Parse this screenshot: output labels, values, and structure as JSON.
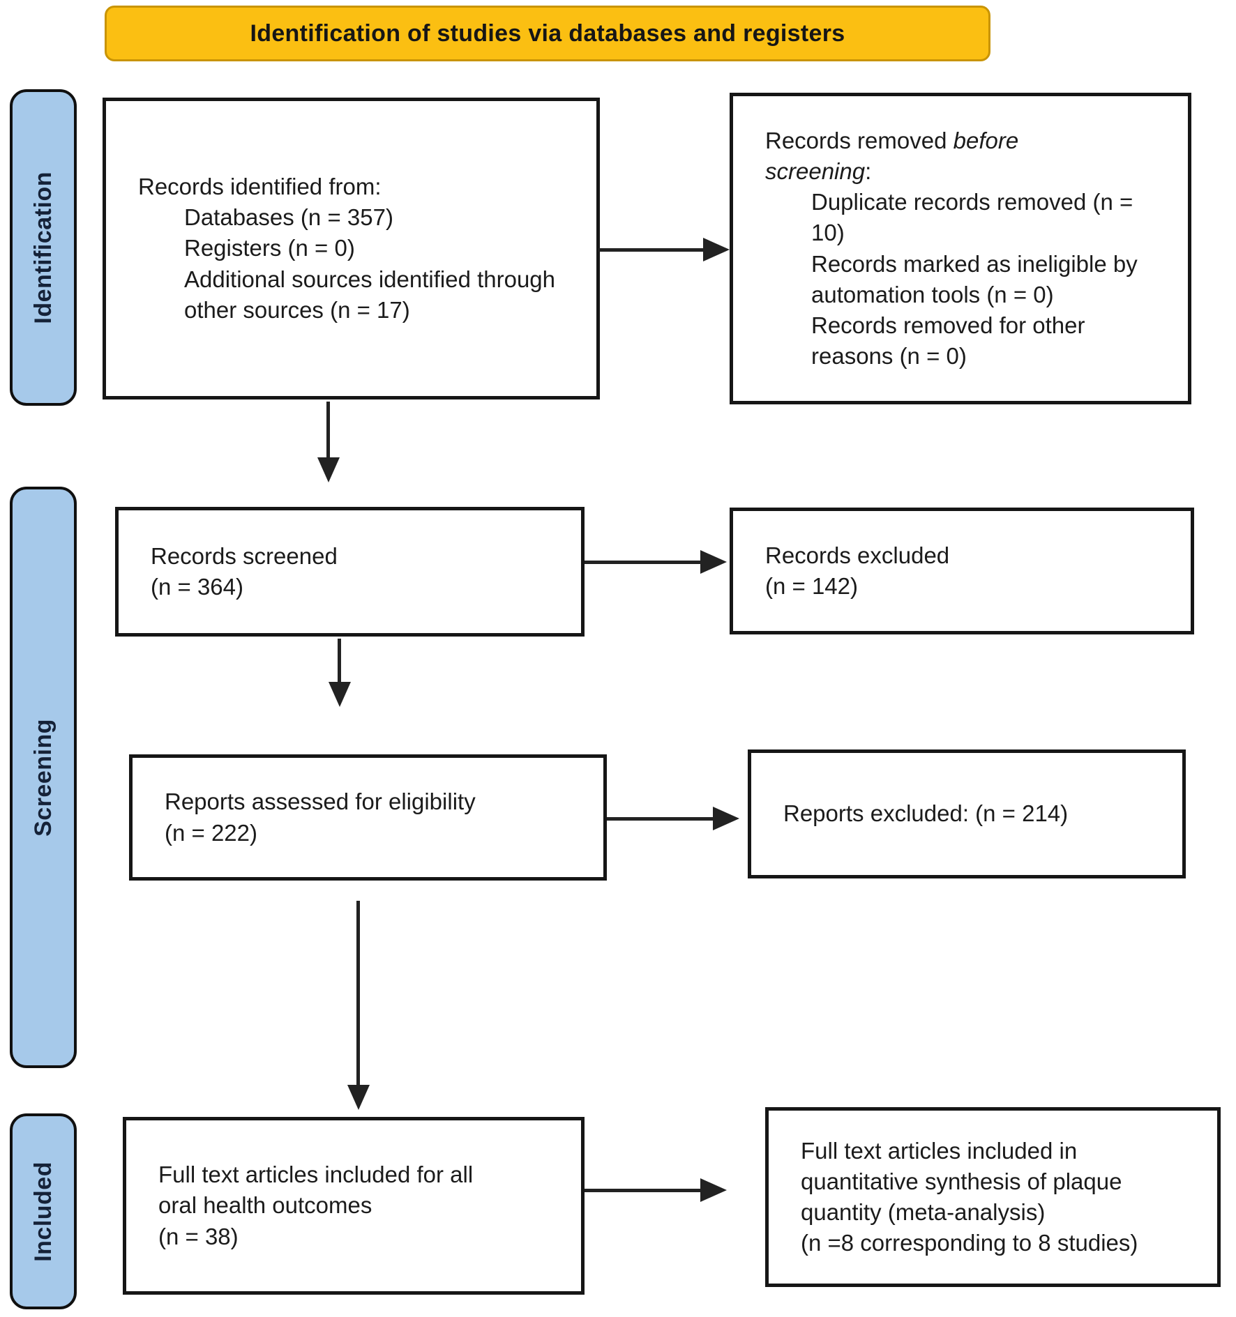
{
  "header": {
    "title": "Identification of studies via databases and registers"
  },
  "stages": [
    {
      "label": "Identification"
    },
    {
      "label": "Screening"
    },
    {
      "label": "Included"
    }
  ],
  "boxes": {
    "records_identified": {
      "intro": "Records identified from:",
      "items": [
        "Databases (n = 357)",
        "Registers (n = 0)",
        "Additional sources identified through other sources (n = 17)"
      ]
    },
    "records_removed": {
      "intro_prefix": "Records removed ",
      "intro_italic": "before screening",
      "intro_suffix": ":",
      "items": [
        "Duplicate records removed (n = 10)",
        "Records marked as ineligible by automation tools (n = 0)",
        "Records removed for other reasons (n = 0)"
      ]
    },
    "records_screened": {
      "line1": "Records screened",
      "line2": "(n = 364)"
    },
    "records_excluded": {
      "line1": "Records excluded",
      "line2": "(n = 142)"
    },
    "reports_assessed": {
      "line1": "Reports assessed for eligibility",
      "line2": "(n = 222)"
    },
    "reports_excluded": {
      "line1": "Reports excluded: (n = 214)"
    },
    "fulltext_included": {
      "lines": [
        "Full text articles included for all",
        "oral health outcomes",
        "(n = 38)"
      ]
    },
    "fulltext_quant": {
      "lines": [
        "Full text articles included in",
        "quantitative synthesis of plaque",
        "quantity (meta-analysis)",
        "(n =8 corresponding to 8 studies)"
      ]
    }
  },
  "colors": {
    "header_bg": "#FBBF12",
    "header_border": "#C99404",
    "stage_bg": "#A6C9EA",
    "line": "#222222",
    "text": "#1b1b1b"
  }
}
